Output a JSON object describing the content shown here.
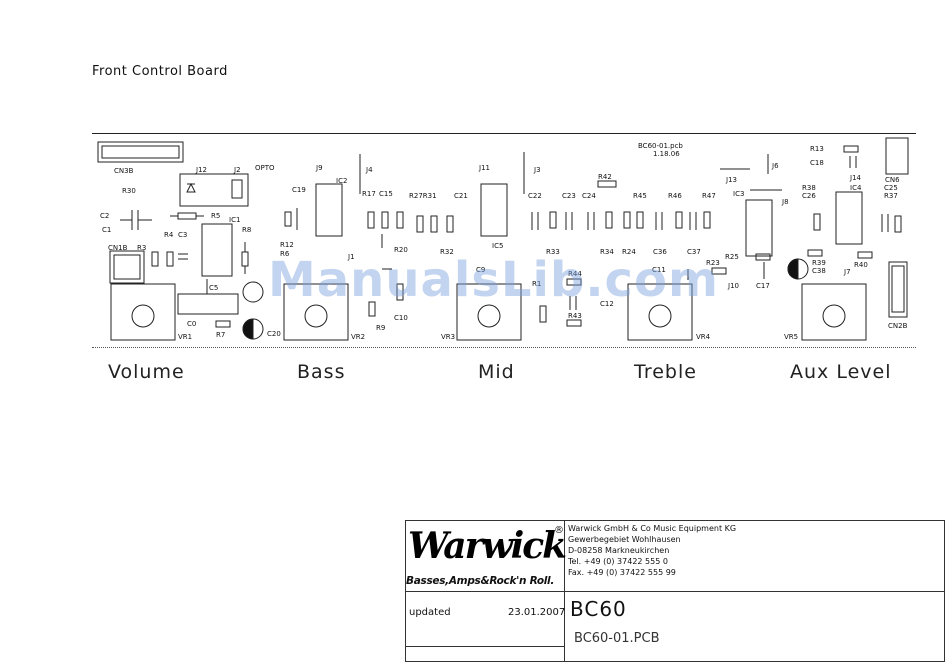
{
  "page_title": "Front Control Board",
  "board": {
    "pcb_id": "BC60-01.pcb",
    "pcb_version": "1.18.06",
    "components": [
      "CN3B",
      "J12",
      "J2",
      "OPTO",
      "J9",
      "J4",
      "J11",
      "J3",
      "R42",
      "R13",
      "C18",
      "J6",
      "IC2",
      "R30",
      "C19",
      "R17",
      "C15",
      "R27R31",
      "C21",
      "C22",
      "C23",
      "C24",
      "R45",
      "R46",
      "R47",
      "IC3",
      "J13",
      "R38",
      "C26",
      "IC4",
      "J14",
      "CN6",
      "C25",
      "R37",
      "C2",
      "C1",
      "R5",
      "IC1",
      "R8",
      "R4",
      "C3",
      "CN1B",
      "R3",
      "R12",
      "R6",
      "J1",
      "R20",
      "R32",
      "IC5",
      "R33",
      "R34",
      "R24",
      "C36",
      "C37",
      "J8",
      "C5",
      "C9",
      "R44",
      "C11",
      "R23",
      "R25",
      "R39",
      "C38",
      "J7",
      "R1",
      "C12",
      "R43",
      "C10",
      "R9",
      "J10",
      "C17",
      "R40",
      "C0",
      "R7",
      "C20",
      "VR1",
      "VR2",
      "VR3",
      "VR4",
      "VR5",
      "CN2B"
    ]
  },
  "knobs": [
    "Volume",
    "Bass",
    "Mid",
    "Treble",
    "Aux Level"
  ],
  "watermark": "ManualsLib.com",
  "title_block": {
    "brand": "Warwick",
    "registered": "®",
    "tagline": "Basses,Amps&Rock'n Roll.",
    "address_lines": [
      "Warwick GmbH & Co Music Equipment KG",
      "Gewerbegebiet Wohlhausen",
      "D-08258 Markneukirchen",
      "Tel. +49 (0) 37422 555 0",
      "Fax. +49 (0) 37422 555 99"
    ],
    "updated_label": "updated",
    "updated_date": "23.01.2007",
    "model": "BC60",
    "pcb_file": "BC60-01.PCB"
  }
}
